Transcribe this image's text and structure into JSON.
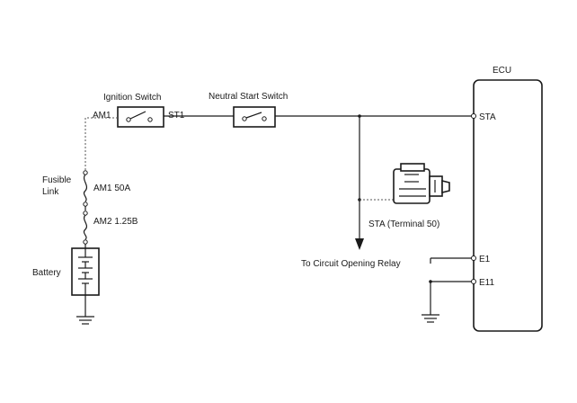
{
  "labels": {
    "ecu": "ECU",
    "ignition_switch": "Ignition Switch",
    "am1": "AM1",
    "st1": "ST1",
    "neutral_start_switch": "Neutral Start Switch",
    "sta_terminal": "STA",
    "fusible_link_line1": "Fusible",
    "fusible_link_line2": "Link",
    "am1_fuse": "AM1 50A",
    "am2_fuse": "AM2 1.25B",
    "battery": "Battery",
    "starter_terminal": "STA (Terminal 50)",
    "circuit_opening_relay": "To Circuit Opening Relay",
    "e1": "E1",
    "e11": "E11"
  },
  "colors": {
    "line": "#1a1a1a",
    "background": "#ffffff"
  }
}
